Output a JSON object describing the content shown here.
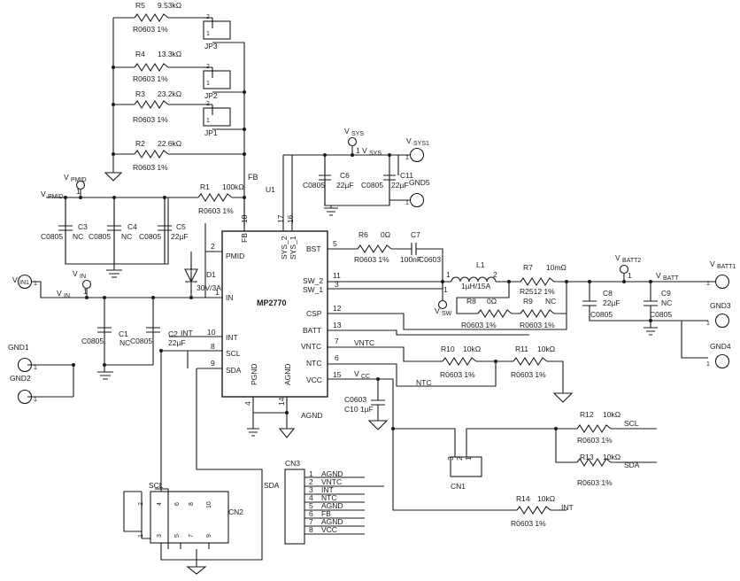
{
  "ic": {
    "name": "MP2770",
    "ref": "U1",
    "pins": {
      "fb": "FB",
      "pmid": "PMID",
      "in": "IN",
      "int": "INT",
      "scl": "SCL",
      "sda": "SDA",
      "sys2": "SYS_2",
      "sys1": "SYS_1",
      "bst": "BST",
      "sw2": "SW_2",
      "sw1": "SW_1",
      "csp": "CSP",
      "batt": "BATT",
      "vntc": "VNTC",
      "ntc": "NTC",
      "vcc": "VCC",
      "pgnd": "PGND",
      "agnd": "AGND"
    },
    "pin_numbers": {
      "fb": "18",
      "pmid": "2",
      "in": "1",
      "int": "10",
      "scl": "8",
      "sda": "9",
      "sys2": "17",
      "sys1": "16",
      "bst": "5",
      "sw2": "11",
      "sw1": "3",
      "csp": "12",
      "batt": "13",
      "vntc": "7",
      "ntc": "6",
      "vcc": "15",
      "pgnd": "4",
      "agnd": "14"
    }
  },
  "resistors": [
    {
      "ref": "R5",
      "value": "9.53kΩ",
      "pkg": "R0603 1%"
    },
    {
      "ref": "R4",
      "value": "13.3kΩ",
      "pkg": "R0603 1%"
    },
    {
      "ref": "R3",
      "value": "23.2kΩ",
      "pkg": "R0603 1%"
    },
    {
      "ref": "R2",
      "value": "22.6kΩ",
      "pkg": "R0603 1%"
    },
    {
      "ref": "R1",
      "value": "100kΩ",
      "pkg": "R0603 1%"
    },
    {
      "ref": "R6",
      "value": "0Ω",
      "pkg": "R0603 1%"
    },
    {
      "ref": "R7",
      "value": "10mΩ",
      "pkg": "R2512 1%"
    },
    {
      "ref": "R8",
      "value": "0Ω",
      "pkg": "R0603 1%"
    },
    {
      "ref": "R9",
      "value": "NC",
      "pkg": "R0603 1%"
    },
    {
      "ref": "R10",
      "value": "10kΩ",
      "pkg": "R0603 1%"
    },
    {
      "ref": "R11",
      "value": "10kΩ",
      "pkg": "R0603 1%"
    },
    {
      "ref": "R12",
      "value": "10kΩ",
      "pkg": "R0603 1%"
    },
    {
      "ref": "R13",
      "value": "10kΩ",
      "pkg": "R0603 1%"
    },
    {
      "ref": "R14",
      "value": "10kΩ",
      "pkg": "R0603 1%"
    }
  ],
  "capacitors": [
    {
      "ref": "C1",
      "value": "NC",
      "pkg": "C0805"
    },
    {
      "ref": "C2",
      "value": "22µF",
      "pkg": "C0805"
    },
    {
      "ref": "C3",
      "value": "NC",
      "pkg": "C0805"
    },
    {
      "ref": "C4",
      "value": "NC",
      "pkg": "C0805"
    },
    {
      "ref": "C5",
      "value": "22µF",
      "pkg": "C0805"
    },
    {
      "ref": "C6",
      "value": "22µF",
      "pkg": "C0805"
    },
    {
      "ref": "C7",
      "value": "100nF",
      "pkg": "C0603"
    },
    {
      "ref": "C8",
      "value": "22µF",
      "pkg": "C0805"
    },
    {
      "ref": "C9",
      "value": "NC",
      "pkg": "C0805"
    },
    {
      "ref": "C10",
      "value": "1µF",
      "pkg": "C0603"
    },
    {
      "ref": "C11",
      "value": "22µF",
      "pkg": "C0805"
    }
  ],
  "inductor": {
    "ref": "L1",
    "value": "1µH/15A"
  },
  "diode": {
    "ref": "D1",
    "value": "30V/3A"
  },
  "jumpers": [
    "JP3",
    "JP2",
    "JP1"
  ],
  "connectors": {
    "cn1": "CN1",
    "cn2": "CN2",
    "cn3": "CN3",
    "cn3_pins": [
      {
        "num": "1",
        "name": "AGND"
      },
      {
        "num": "2",
        "name": "VNTC"
      },
      {
        "num": "3",
        "name": "INT"
      },
      {
        "num": "4",
        "name": "NTC"
      },
      {
        "num": "5",
        "name": "AGND"
      },
      {
        "num": "6",
        "name": "FB"
      },
      {
        "num": "7",
        "name": "AGND"
      },
      {
        "num": "8",
        "name": "VCC"
      }
    ],
    "cn2_pins": [
      "2",
      "4",
      "6",
      "8",
      "10",
      "1",
      "3",
      "5",
      "7",
      "9"
    ]
  },
  "testpoints": {
    "vin1_main": "V",
    "vin1_sub": "IN1",
    "vin_main": "V",
    "vin_sub": "IN",
    "vpmid_main": "V",
    "vpmid_sub": "PMID",
    "vsys_main": "V",
    "vsys_sub": "SYS",
    "vsys1_main": "V",
    "vsys1_sub": "SYS1",
    "vsw_main": "V",
    "vsw_sub": "SW",
    "vbatt_main": "V",
    "vbatt_sub": "BATT",
    "vbatt1_main": "V",
    "vbatt1_sub": "BATT1",
    "vbatt2_main": "V",
    "vbatt2_sub": "BATT2",
    "vcc_main": "V",
    "vcc_sub": "CC"
  },
  "gnd_labels": [
    "GND1",
    "GND2",
    "GND3",
    "GND4",
    "GND5"
  ],
  "net_labels": {
    "fb": "FB",
    "int": "INT",
    "scl": "SCL",
    "sda": "SDA",
    "vntc": "VNTC",
    "ntc": "NTC",
    "agnd": "AGND"
  },
  "pin_marks": {
    "one": "1",
    "two": "2",
    "three": "3"
  }
}
